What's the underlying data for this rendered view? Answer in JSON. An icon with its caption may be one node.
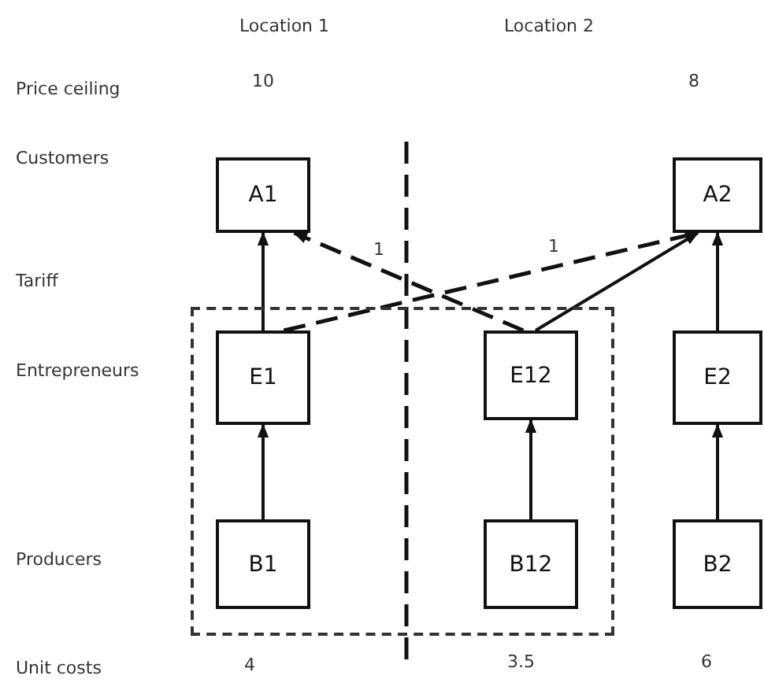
{
  "diagram": {
    "nodes": [
      {
        "text": [
          "A1"
        ]
      },
      {
        "text": [
          "A2"
        ]
      },
      {
        "text": [],
        "shape": "box"
      },
      {
        "text": [
          "E1"
        ],
        "in": 2
      },
      {
        "text": [
          "E12"
        ],
        "in": 2
      },
      {
        "text": [
          "E2"
        ]
      },
      {
        "text": [
          "B1"
        ],
        "in": 2
      },
      {
        "text": [
          "B12"
        ],
        "in": 2
      },
      {
        "text": [
          "B2"
        ]
      }
    ],
    "edges": [
      {
        "from": 3,
        "to": 0,
        "arrow": "to"
      },
      {
        "from": 4,
        "to": 0,
        "arrow": "to",
        "label": "1",
        "style": "dashed"
      },
      {
        "from": 3,
        "to": 1,
        "arrow": "to",
        "label": "1",
        "style": "dashed"
      },
      {
        "from": 4,
        "to": 1,
        "arrow": "to"
      },
      {
        "from": 5,
        "to": 1,
        "arrow": "to"
      },
      {
        "from": 6,
        "to": 3,
        "arrow": "to"
      },
      {
        "from": 7,
        "to": 4,
        "arrow": "to"
      },
      {
        "from": 8,
        "to": 5,
        "arrow": "to"
      }
    ],
    "labels": [
      "Location 1",
      "Location 2",
      "Price ceiling",
      "10",
      "8",
      "Customers",
      "Tariff",
      "Entrepreneurs",
      "Producers",
      "Unit costs",
      "4",
      "3.5",
      "6"
    ]
  }
}
